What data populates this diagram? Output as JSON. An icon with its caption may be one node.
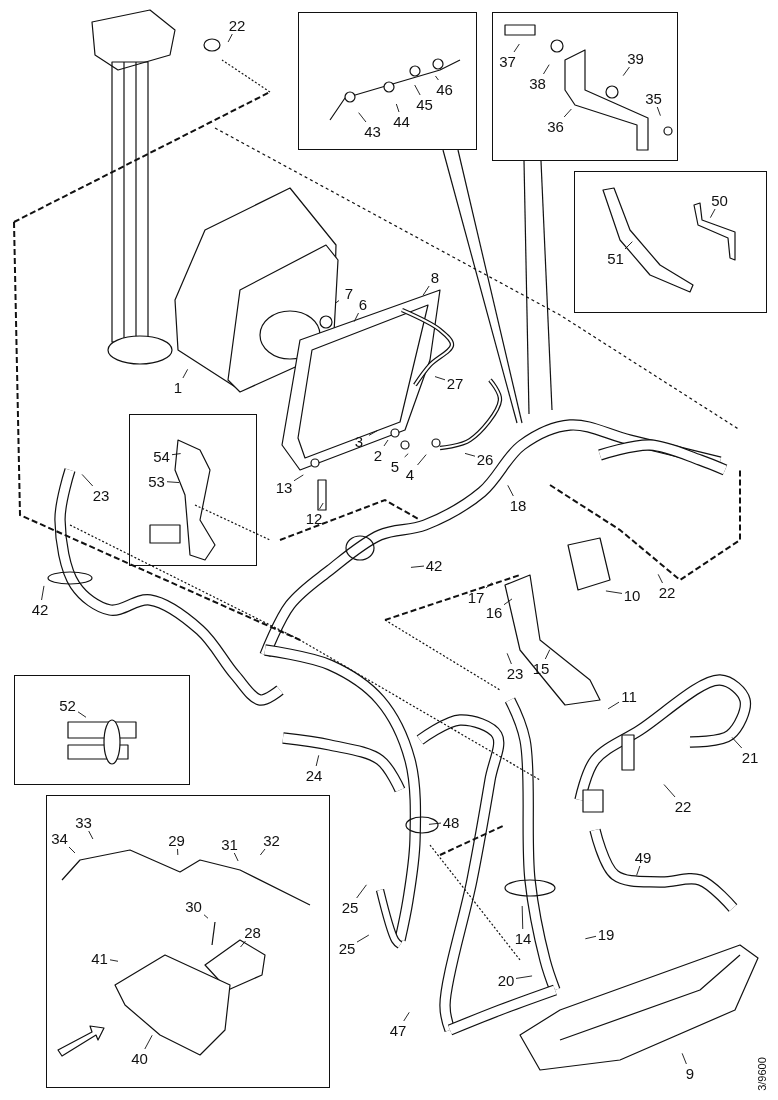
{
  "diagram": {
    "nodes": [
      {
        "text": [],
        "shape": "box"
      },
      {
        "text": [
          "43"
        ],
        "in": 0
      },
      {
        "text": [
          "44"
        ],
        "in": 0
      },
      {
        "text": [
          "45"
        ],
        "in": 0
      },
      {
        "text": [
          "46"
        ],
        "in": 0
      },
      {
        "text": [],
        "shape": "box"
      },
      {
        "text": [
          "37"
        ],
        "in": 5
      },
      {
        "text": [
          "38"
        ],
        "in": 5
      },
      {
        "text": [
          "39"
        ],
        "in": 5
      },
      {
        "text": [
          "35"
        ],
        "in": 5
      },
      {
        "text": [
          "36"
        ],
        "in": 5
      },
      {
        "text": [
          "22"
        ]
      },
      {
        "text": [],
        "shape": "box"
      },
      {
        "text": [
          "50"
        ],
        "in": 12
      },
      {
        "text": [
          "51"
        ],
        "in": 12
      },
      {
        "text": [
          "1"
        ]
      },
      {
        "text": [
          "7"
        ]
      },
      {
        "text": [
          "6"
        ]
      },
      {
        "text": [
          "8"
        ]
      },
      {
        "text": [
          "27"
        ]
      },
      {
        "text": [],
        "shape": "box"
      },
      {
        "text": [
          "54"
        ],
        "in": 20
      },
      {
        "text": [
          "53"
        ],
        "in": 20
      },
      {
        "text": [
          "3"
        ]
      },
      {
        "text": [
          "2"
        ]
      },
      {
        "text": [
          "5"
        ]
      },
      {
        "text": [
          "4"
        ]
      },
      {
        "text": [
          "26"
        ]
      },
      {
        "text": [
          "13"
        ]
      },
      {
        "text": [
          "23"
        ]
      },
      {
        "text": [
          "12"
        ]
      },
      {
        "text": [
          "18"
        ]
      },
      {
        "text": [
          "42"
        ]
      },
      {
        "text": [
          "10"
        ]
      },
      {
        "text": [
          "22"
        ]
      },
      {
        "text": [
          "17"
        ]
      },
      {
        "text": [
          "16"
        ]
      },
      {
        "text": [
          "42"
        ]
      },
      {
        "text": [
          "23"
        ]
      },
      {
        "text": [
          "15"
        ]
      },
      {
        "text": [
          "11"
        ]
      },
      {
        "text": [],
        "shape": "box"
      },
      {
        "text": [
          "52"
        ],
        "in": 41
      },
      {
        "text": [
          "21"
        ]
      },
      {
        "text": [
          "24"
        ]
      },
      {
        "text": [
          "22"
        ]
      },
      {
        "text": [],
        "shape": "box"
      },
      {
        "text": [
          "33"
        ],
        "in": 46
      },
      {
        "text": [
          "34"
        ],
        "in": 46
      },
      {
        "text": [
          "29"
        ],
        "in": 46
      },
      {
        "text": [
          "31"
        ],
        "in": 46
      },
      {
        "text": [
          "32"
        ],
        "in": 46
      },
      {
        "text": [
          "30"
        ],
        "in": 46
      },
      {
        "text": [
          "28"
        ],
        "in": 46
      },
      {
        "text": [
          "41"
        ],
        "in": 46
      },
      {
        "text": [
          "40"
        ],
        "in": 46
      },
      {
        "text": [
          "48"
        ]
      },
      {
        "text": [
          "49"
        ]
      },
      {
        "text": [
          "25"
        ]
      },
      {
        "text": [
          "14"
        ]
      },
      {
        "text": [
          "19"
        ]
      },
      {
        "text": [
          "25"
        ]
      },
      {
        "text": [
          "20"
        ]
      },
      {
        "text": [
          "47"
        ]
      },
      {
        "text": [
          "9"
        ]
      }
    ],
    "edges": [
      {
        "from": 1,
        "to": null,
        "arrow": "none"
      },
      {
        "from": 2,
        "to": null,
        "arrow": "none"
      },
      {
        "from": 3,
        "to": null,
        "arrow": "none"
      },
      {
        "from": 4,
        "to": null,
        "arrow": "none"
      },
      {
        "from": 6,
        "to": null,
        "arrow": "none"
      },
      {
        "from": 7,
        "to": null,
        "arrow": "none"
      },
      {
        "from": 8,
        "to": null,
        "arrow": "none"
      },
      {
        "from": 9,
        "to": null,
        "arrow": "none"
      },
      {
        "from": 10,
        "to": null,
        "arrow": "none"
      },
      {
        "from": 11,
        "to": null,
        "arrow": "none"
      },
      {
        "from": 13,
        "to": null,
        "arrow": "none"
      },
      {
        "from": 14,
        "to": null,
        "arrow": "none"
      },
      {
        "from": 15,
        "to": null,
        "arrow": "none"
      },
      {
        "from": 16,
        "to": null,
        "arrow": "none"
      },
      {
        "from": 17,
        "to": null,
        "arrow": "none"
      },
      {
        "from": 18,
        "to": null,
        "arrow": "none"
      },
      {
        "from": 19,
        "to": null,
        "arrow": "none"
      },
      {
        "from": 21,
        "to": null,
        "arrow": "none"
      },
      {
        "from": 22,
        "to": null,
        "arrow": "none"
      },
      {
        "from": 23,
        "to": null,
        "arrow": "none"
      },
      {
        "from": 24,
        "to": null,
        "arrow": "none"
      },
      {
        "from": 25,
        "to": null,
        "arrow": "none"
      },
      {
        "from": 26,
        "to": null,
        "arrow": "none"
      },
      {
        "from": 27,
        "to": null,
        "arrow": "none"
      },
      {
        "from": 28,
        "to": null,
        "arrow": "none"
      },
      {
        "from": 29,
        "to": null,
        "arrow": "none"
      },
      {
        "from": 30,
        "to": null,
        "arrow": "none"
      },
      {
        "from": 31,
        "to": null,
        "arrow": "none"
      },
      {
        "from": 32,
        "to": null,
        "arrow": "none"
      },
      {
        "from": 33,
        "to": null,
        "arrow": "none"
      },
      {
        "from": 34,
        "to": null,
        "arrow": "none"
      },
      {
        "from": 35,
        "to": null,
        "arrow": "none"
      },
      {
        "from": 36,
        "to": null,
        "arrow": "none"
      },
      {
        "from": 37,
        "to": null,
        "arrow": "none"
      },
      {
        "from": 38,
        "to": null,
        "arrow": "none"
      },
      {
        "from": 39,
        "to": null,
        "arrow": "none"
      },
      {
        "from": 40,
        "to": null,
        "arrow": "none"
      },
      {
        "from": 42,
        "to": null,
        "arrow": "none"
      },
      {
        "from": 43,
        "to": null,
        "arrow": "none"
      },
      {
        "from": 44,
        "to": null,
        "arrow": "none"
      },
      {
        "from": 45,
        "to": null,
        "arrow": "none"
      },
      {
        "from": 47,
        "to": null,
        "arrow": "none"
      },
      {
        "from": 48,
        "to": null,
        "arrow": "none"
      },
      {
        "from": 49,
        "to": null,
        "arrow": "none"
      },
      {
        "from": 50,
        "to": null,
        "arrow": "none"
      },
      {
        "from": 51,
        "to": null,
        "arrow": "none"
      },
      {
        "from": 52,
        "to": null,
        "arrow": "none"
      },
      {
        "from": 53,
        "to": null,
        "arrow": "none"
      },
      {
        "from": 54,
        "to": null,
        "arrow": "none"
      },
      {
        "from": 55,
        "to": null,
        "arrow": "none"
      },
      {
        "from": 56,
        "to": null,
        "arrow": "none"
      },
      {
        "from": 57,
        "to": null,
        "arrow": "none"
      },
      {
        "from": 58,
        "to": null,
        "arrow": "none"
      },
      {
        "from": 59,
        "to": null,
        "arrow": "none"
      },
      {
        "from": 60,
        "to": null,
        "arrow": "none"
      },
      {
        "from": 61,
        "to": null,
        "arrow": "none"
      },
      {
        "from": 62,
        "to": null,
        "arrow": "none"
      },
      {
        "from": 63,
        "to": null,
        "arrow": "none"
      },
      {
        "from": 64,
        "to": null,
        "arrow": "none"
      }
    ],
    "labels": [
      "3/9600"
    ]
  }
}
